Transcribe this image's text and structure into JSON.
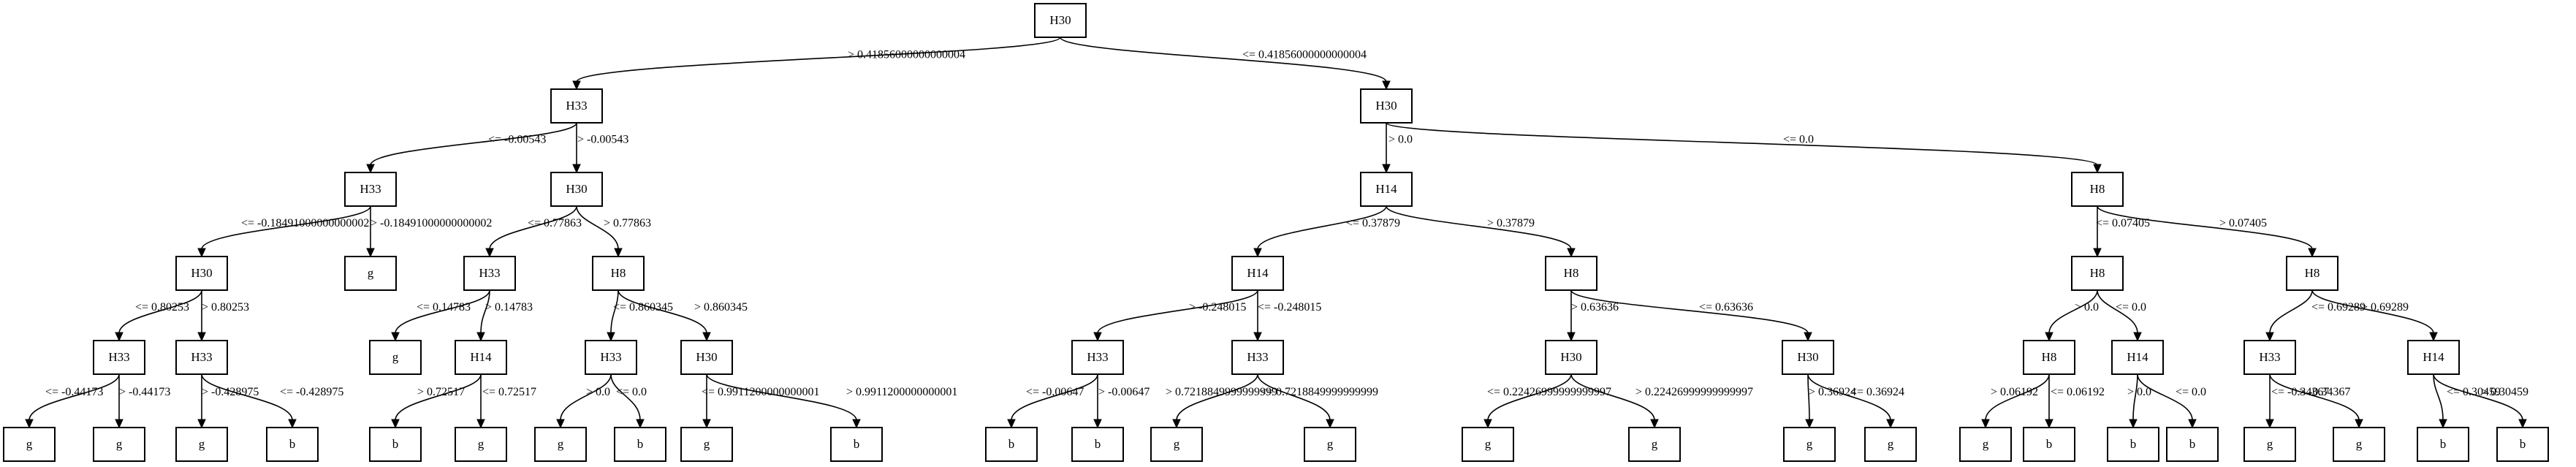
{
  "tree": {
    "nodes": [
      {
        "id": "n0",
        "label": "H30"
      },
      {
        "id": "n1",
        "label": "H33"
      },
      {
        "id": "n2",
        "label": "H30"
      },
      {
        "id": "n3",
        "label": "H33"
      },
      {
        "id": "n4",
        "label": "H30"
      },
      {
        "id": "n5",
        "label": "H14"
      },
      {
        "id": "n6",
        "label": "H8"
      },
      {
        "id": "n7",
        "label": "H30"
      },
      {
        "id": "n8",
        "label": "g"
      },
      {
        "id": "n9",
        "label": "H33"
      },
      {
        "id": "n10",
        "label": "H8"
      },
      {
        "id": "n11",
        "label": "H14"
      },
      {
        "id": "n12",
        "label": "H8"
      },
      {
        "id": "n13",
        "label": "H8"
      },
      {
        "id": "n14",
        "label": "H8"
      },
      {
        "id": "n15",
        "label": "H33"
      },
      {
        "id": "n16",
        "label": "H33"
      },
      {
        "id": "n17",
        "label": "g"
      },
      {
        "id": "n18",
        "label": "H14"
      },
      {
        "id": "n19",
        "label": "H33"
      },
      {
        "id": "n20",
        "label": "H30"
      },
      {
        "id": "n21",
        "label": "H33"
      },
      {
        "id": "n22",
        "label": "H33"
      },
      {
        "id": "n23",
        "label": "H30"
      },
      {
        "id": "n24",
        "label": "H30"
      },
      {
        "id": "n25",
        "label": "H8"
      },
      {
        "id": "n26",
        "label": "H14"
      },
      {
        "id": "n27",
        "label": "H33"
      },
      {
        "id": "n28",
        "label": "H14"
      },
      {
        "id": "n29",
        "label": "g"
      },
      {
        "id": "n30",
        "label": "g"
      },
      {
        "id": "n31",
        "label": "g"
      },
      {
        "id": "n32",
        "label": "b"
      },
      {
        "id": "n33",
        "label": "b"
      },
      {
        "id": "n34",
        "label": "g"
      },
      {
        "id": "n35",
        "label": "g"
      },
      {
        "id": "n36",
        "label": "b"
      },
      {
        "id": "n37",
        "label": "g"
      },
      {
        "id": "n38",
        "label": "b"
      },
      {
        "id": "n39",
        "label": "b"
      },
      {
        "id": "n40",
        "label": "b"
      },
      {
        "id": "n41",
        "label": "g"
      },
      {
        "id": "n42",
        "label": "g"
      },
      {
        "id": "n43",
        "label": "g"
      },
      {
        "id": "n44",
        "label": "g"
      },
      {
        "id": "n45",
        "label": "g"
      },
      {
        "id": "n46",
        "label": "g"
      },
      {
        "id": "n47",
        "label": "g"
      },
      {
        "id": "n48",
        "label": "b"
      },
      {
        "id": "n49",
        "label": "b"
      },
      {
        "id": "n50",
        "label": "b"
      },
      {
        "id": "n51",
        "label": "g"
      },
      {
        "id": "n52",
        "label": "g"
      },
      {
        "id": "n53",
        "label": "b"
      },
      {
        "id": "n54",
        "label": "b"
      }
    ],
    "edges": [
      {
        "from": "n0",
        "to": "n1",
        "label": "> 0.41856000000000004"
      },
      {
        "from": "n0",
        "to": "n2",
        "label": "<= 0.41856000000000004"
      },
      {
        "from": "n1",
        "to": "n3",
        "label": "<= -0.00543"
      },
      {
        "from": "n1",
        "to": "n4",
        "label": "> -0.00543"
      },
      {
        "from": "n2",
        "to": "n5",
        "label": "> 0.0"
      },
      {
        "from": "n2",
        "to": "n6",
        "label": "<= 0.0"
      },
      {
        "from": "n3",
        "to": "n7",
        "label": "<= -0.18491000000000002"
      },
      {
        "from": "n3",
        "to": "n8",
        "label": "> -0.18491000000000002"
      },
      {
        "from": "n4",
        "to": "n9",
        "label": "<= 0.77863"
      },
      {
        "from": "n4",
        "to": "n10",
        "label": "> 0.77863"
      },
      {
        "from": "n5",
        "to": "n11",
        "label": "<= 0.37879"
      },
      {
        "from": "n5",
        "to": "n12",
        "label": "> 0.37879"
      },
      {
        "from": "n6",
        "to": "n13",
        "label": "<= 0.07405"
      },
      {
        "from": "n6",
        "to": "n14",
        "label": "> 0.07405"
      },
      {
        "from": "n7",
        "to": "n15",
        "label": "<= 0.80253"
      },
      {
        "from": "n7",
        "to": "n16",
        "label": "> 0.80253"
      },
      {
        "from": "n9",
        "to": "n17",
        "label": "<= 0.14783"
      },
      {
        "from": "n9",
        "to": "n18",
        "label": "> 0.14783"
      },
      {
        "from": "n10",
        "to": "n19",
        "label": "<= 0.860345"
      },
      {
        "from": "n10",
        "to": "n20",
        "label": "> 0.860345"
      },
      {
        "from": "n11",
        "to": "n21",
        "label": "> -0.248015"
      },
      {
        "from": "n11",
        "to": "n22",
        "label": "<= -0.248015"
      },
      {
        "from": "n12",
        "to": "n23",
        "label": "> 0.63636"
      },
      {
        "from": "n12",
        "to": "n24",
        "label": "<= 0.63636"
      },
      {
        "from": "n13",
        "to": "n25",
        "label": "> 0.0"
      },
      {
        "from": "n13",
        "to": "n26",
        "label": "<= 0.0"
      },
      {
        "from": "n14",
        "to": "n27",
        "label": "<= 0.69289"
      },
      {
        "from": "n14",
        "to": "n28",
        "label": "> 0.69289"
      },
      {
        "from": "n15",
        "to": "n29",
        "label": "<= -0.44173"
      },
      {
        "from": "n15",
        "to": "n30",
        "label": "> -0.44173"
      },
      {
        "from": "n16",
        "to": "n31",
        "label": "> -0.428975"
      },
      {
        "from": "n16",
        "to": "n32",
        "label": "<= -0.428975"
      },
      {
        "from": "n18",
        "to": "n33",
        "label": "> 0.72517"
      },
      {
        "from": "n18",
        "to": "n34",
        "label": "<= 0.72517"
      },
      {
        "from": "n19",
        "to": "n35",
        "label": "> 0.0"
      },
      {
        "from": "n19",
        "to": "n36",
        "label": "<= 0.0"
      },
      {
        "from": "n20",
        "to": "n37",
        "label": "<= 0.9911200000000001"
      },
      {
        "from": "n20",
        "to": "n38",
        "label": "> 0.9911200000000001"
      },
      {
        "from": "n21",
        "to": "n39",
        "label": "<= -0.00647"
      },
      {
        "from": "n21",
        "to": "n40",
        "label": "> -0.00647"
      },
      {
        "from": "n22",
        "to": "n41",
        "label": "> 0.7218849999999999"
      },
      {
        "from": "n22",
        "to": "n42",
        "label": "<= 0.7218849999999999"
      },
      {
        "from": "n23",
        "to": "n43",
        "label": "<= 0.22426999999999997"
      },
      {
        "from": "n23",
        "to": "n44",
        "label": "> 0.22426999999999997"
      },
      {
        "from": "n24",
        "to": "n45",
        "label": "> 0.36924"
      },
      {
        "from": "n24",
        "to": "n46",
        "label": "<= 0.36924"
      },
      {
        "from": "n25",
        "to": "n47",
        "label": "> 0.06192"
      },
      {
        "from": "n25",
        "to": "n48",
        "label": "<= 0.06192"
      },
      {
        "from": "n26",
        "to": "n49",
        "label": "> 0.0"
      },
      {
        "from": "n26",
        "to": "n50",
        "label": "<= 0.0"
      },
      {
        "from": "n27",
        "to": "n51",
        "label": "<= -0.34367"
      },
      {
        "from": "n27",
        "to": "n52",
        "label": "> -0.34367"
      },
      {
        "from": "n28",
        "to": "n53",
        "label": "<= 0.30459"
      },
      {
        "from": "n28",
        "to": "n54",
        "label": "> 0.30459"
      }
    ]
  }
}
